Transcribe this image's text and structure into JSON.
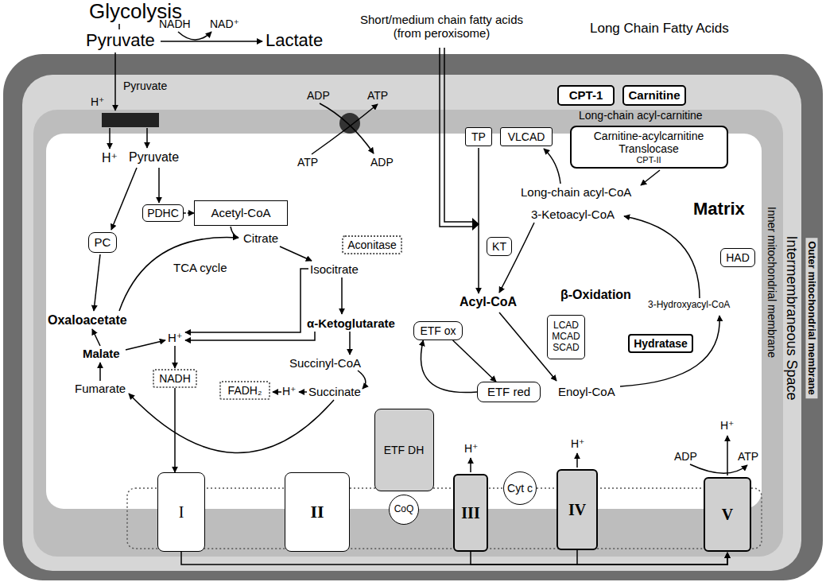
{
  "diagram": {
    "nodes": [
      {
        "text": [
          "CPT-1"
        ]
      },
      {
        "text": [
          "Carnitine"
        ]
      },
      {
        "text": [
          "TP"
        ]
      },
      {
        "text": [
          "VLCAD"
        ]
      },
      {
        "text": [
          "Carnitine-acylcarnitine Translocase",
          "CPT-II"
        ]
      },
      {
        "text": [
          "PDHC"
        ]
      },
      {
        "text": [
          "Acetyl-CoA"
        ]
      },
      {
        "text": [
          "PC"
        ]
      },
      {
        "text": [
          "Aconitase"
        ]
      },
      {
        "text": [
          "KT"
        ]
      },
      {
        "text": [
          "HAD"
        ]
      },
      {
        "text": [
          "ETF ox"
        ]
      },
      {
        "text": [
          "LCAD MCAD SCAD"
        ]
      },
      {
        "text": [
          "Hydratase"
        ]
      },
      {
        "text": [
          "NADH"
        ]
      },
      {
        "text": [
          "FADH₂"
        ]
      },
      {
        "text": [
          "ETF red"
        ]
      },
      {
        "text": [
          "I"
        ]
      },
      {
        "text": [
          "II"
        ]
      },
      {
        "text": [
          "ETF DH"
        ]
      },
      {
        "text": [
          "CoQ"
        ]
      },
      {
        "text": [
          "III"
        ]
      },
      {
        "text": [
          "Cyt c"
        ]
      },
      {
        "text": [
          "IV"
        ]
      },
      {
        "text": [
          "V"
        ]
      }
    ],
    "edges": [
      {
        "from": 5,
        "to": 6,
        "arrow": "to"
      },
      {
        "from": 11,
        "to": 16,
        "arrow": "to"
      },
      {
        "from": 16,
        "to": 11,
        "arrow": "to"
      },
      {
        "from": 14,
        "to": 17,
        "arrow": "to"
      },
      {
        "from": 17,
        "to": 24,
        "arrow": "to"
      },
      {
        "from": 21,
        "to": 24,
        "arrow": "to"
      },
      {
        "from": 23,
        "to": 24,
        "arrow": "to"
      }
    ],
    "labels": [
      "Glycolysis",
      "NADH",
      "NAD⁺",
      "Pyruvate",
      "Lactate",
      "Short/medium chain fatty acids (from peroxisome)",
      "Long Chain Fatty Acids",
      "Pyruvate",
      "H⁺",
      "Long-chain acyl-carnitine",
      "ADP",
      "ATP",
      "H⁺",
      "Pyruvate",
      "ATP",
      "ADP",
      "Long-chain acyl-CoA",
      "3-Ketoacyl-CoA",
      "Matrix",
      "Citrate",
      "TCA cycle",
      "Isocitrate",
      "β-Oxidation",
      "Acyl-CoA",
      "3-Hydroxyacyl-CoA",
      "Oxaloacetate",
      "α-Ketoglutarate",
      "H⁺",
      "Malate",
      "Succinyl-CoA",
      "Fumarate",
      "H⁺",
      "Succinate",
      "Enoyl-CoA",
      "H⁺",
      "H⁺",
      "H⁺",
      "ADP",
      "ATP",
      "Inner mitochondrial membrane",
      "Intermembraneous Space",
      "Outer mitochondrial membrane"
    ]
  }
}
